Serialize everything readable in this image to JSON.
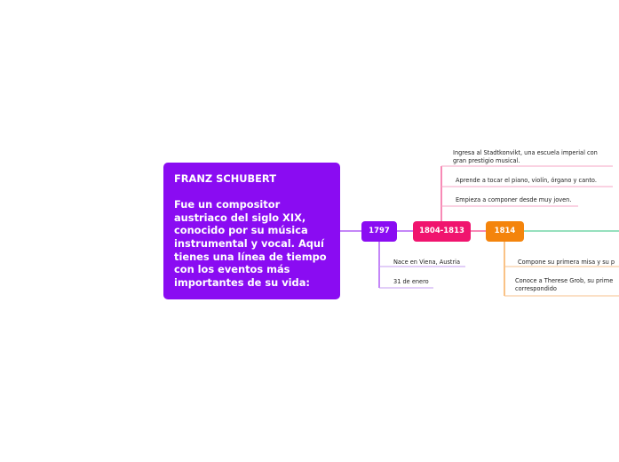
{
  "main_topic": {
    "title": "FRANZ SCHUBERT",
    "description": "Fue un compositor austriaco del siglo XIX, conocido por su música instrumental y vocal. Aquí tienes una línea de tiempo con los eventos más importantes de su vida:"
  },
  "timeline": [
    {
      "label": "1797",
      "color": "#8a0cf2",
      "events": [
        "Nace en Viena, Austria",
        "31 de enero"
      ]
    },
    {
      "label": "1804-1813",
      "color": "#f0146e",
      "events": [
        "Ingresa al Stadtkonvikt, una escuela imperial con gran prestigio musical.",
        "Aprende a tocar el piano, violín, órgano y canto.",
        "Empieza a componer desde muy joven."
      ]
    },
    {
      "label": "1814",
      "color": "#f4840c",
      "events": [
        "Compone su primera misa y su p",
        "Conoce a Therese Grob, su prime correspondido"
      ]
    }
  ],
  "continuation_color": "#2ec27e"
}
